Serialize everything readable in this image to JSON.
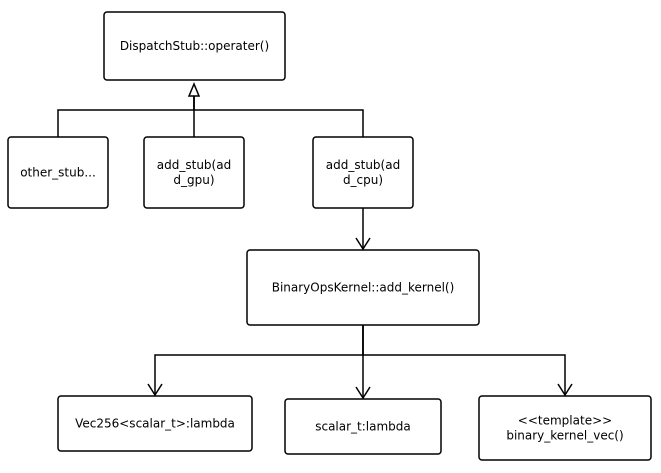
{
  "diagram": {
    "colors": {
      "stroke": "#000000",
      "fill": "#ffffff",
      "text": "#000000"
    },
    "nodes": [
      {
        "id": "dispatch",
        "lines": [
          "DispatchStub::operater()"
        ]
      },
      {
        "id": "other",
        "lines": [
          "other_stub..."
        ]
      },
      {
        "id": "gpu",
        "lines": [
          "add_stub(ad",
          "d_gpu)"
        ]
      },
      {
        "id": "cpu",
        "lines": [
          "add_stub(ad",
          "d_cpu)"
        ]
      },
      {
        "id": "kernel",
        "lines": [
          "BinaryOpsKernel::add_kernel()"
        ]
      },
      {
        "id": "vec",
        "lines": [
          "Vec256<scalar_t>:lambda"
        ]
      },
      {
        "id": "scalar",
        "lines": [
          "scalar_t:lambda"
        ]
      },
      {
        "id": "template",
        "lines": [
          "<<template>>",
          "binary_kernel_vec()"
        ]
      }
    ],
    "edges": [
      {
        "id": "other-to-dispatch",
        "from": "other",
        "to": "dispatch",
        "arrow": "hollow-triangle"
      },
      {
        "id": "gpu-to-dispatch",
        "from": "gpu",
        "to": "dispatch",
        "arrow": "hollow-triangle"
      },
      {
        "id": "cpu-to-dispatch",
        "from": "cpu",
        "to": "dispatch",
        "arrow": "hollow-triangle"
      },
      {
        "id": "cpu-to-kernel",
        "from": "cpu",
        "to": "kernel",
        "arrow": "open"
      },
      {
        "id": "kernel-to-vec",
        "from": "kernel",
        "to": "vec",
        "arrow": "open"
      },
      {
        "id": "kernel-to-scalar",
        "from": "kernel",
        "to": "scalar",
        "arrow": "open"
      },
      {
        "id": "kernel-to-template",
        "from": "kernel",
        "to": "template",
        "arrow": "open"
      }
    ]
  }
}
